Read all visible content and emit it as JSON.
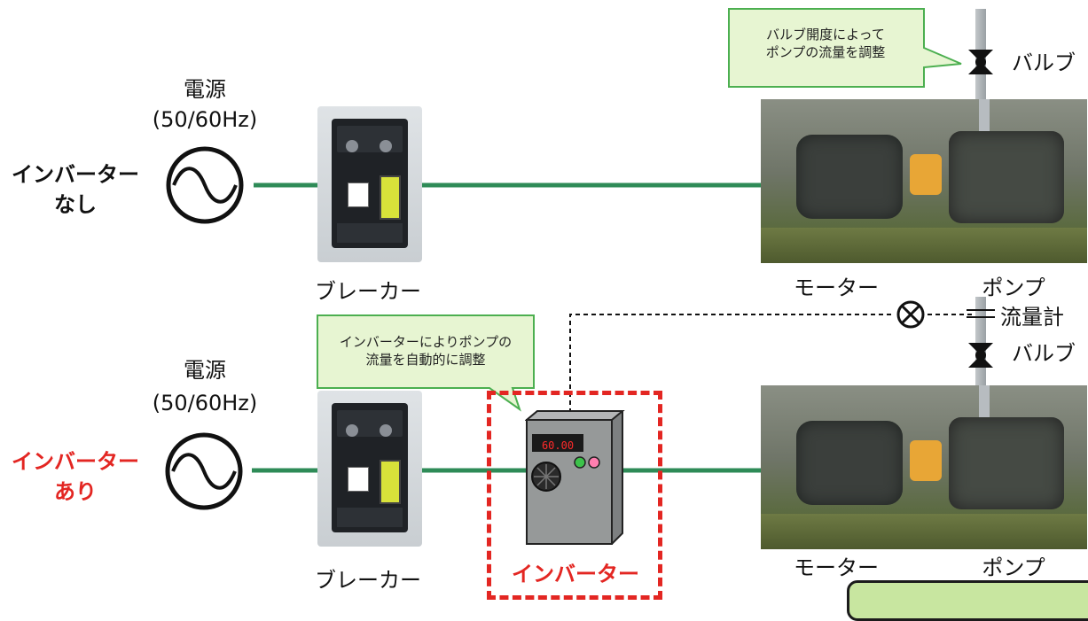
{
  "top": {
    "power_label": "電源",
    "freq_label": "(50/60Hz)",
    "row_label_line1": "インバーター",
    "row_label_line2": "なし",
    "breaker_label": "ブレーカー",
    "motor_label": "モーター",
    "pump_label": "ポンプ",
    "valve_label": "バルブ",
    "callout_line1": "バルブ開度によって",
    "callout_line2": "ポンプの流量を調整"
  },
  "bottom": {
    "power_label": "電源",
    "freq_label": "(50/60Hz)",
    "row_label_line1": "インバーター",
    "row_label_line2": "あり",
    "breaker_label": "ブレーカー",
    "motor_label": "モーター",
    "pump_label": "ポンプ",
    "valve_label": "バルブ",
    "flowmeter_label": "流量計",
    "callout_line1": "インバーターによりポンプの",
    "callout_line2": "流量を自動的に調整",
    "inverter_label": "インバーター",
    "inverter_display": "60.00"
  },
  "colors": {
    "wire": "#2e8b57",
    "callout_fill": "#e7f5d2",
    "callout_border": "#4caf50",
    "inverter_red": "#e32622",
    "row_label_red": "#e32622"
  }
}
